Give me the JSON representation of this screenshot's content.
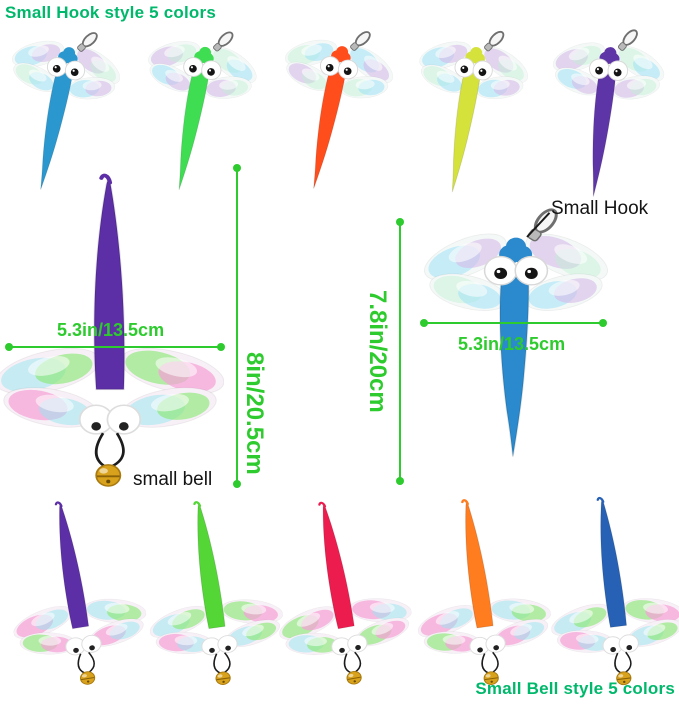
{
  "image": {
    "background": "#ffffff",
    "description": "Dragonfly cat toy product photo collage with two attachment styles and size annotations"
  },
  "titles": {
    "top": "Small Hook style 5 colors",
    "bottom": "Small Bell style 5 colors"
  },
  "annotations": {
    "hook_label": "Small Hook",
    "bell_label": "small bell"
  },
  "measurements": {
    "left_wingspan": "5.3in/13.5cm",
    "left_height": "8in/20.5cm",
    "right_height": "7.8in/20cm",
    "right_wingspan": "5.3in/13.5cm"
  },
  "colors": {
    "title_green": "#00b86b",
    "measure_green": "#2ecb2e",
    "label_black": "#141414",
    "bell_gold": "#d9a21c",
    "hook_metal": "#6f6f6f",
    "wing_pale_base": "#f4f9f8",
    "wing_vivid_base": "#f7f0f6"
  },
  "top_row": {
    "style": "small hook",
    "items": [
      {
        "name": "blue",
        "color": "#2b97cf"
      },
      {
        "name": "green",
        "color": "#3edd52"
      },
      {
        "name": "orange-red",
        "color": "#ff4d1c"
      },
      {
        "name": "chartreuse",
        "color": "#d5e23c"
      },
      {
        "name": "purple",
        "color": "#5e35a6"
      }
    ]
  },
  "featured": {
    "bell_dragonfly": {
      "name": "purple",
      "style": "small bell",
      "color": "#5c2fa6"
    },
    "hook_dragonfly": {
      "name": "blue",
      "style": "small hook",
      "color": "#2a8acd"
    }
  },
  "bottom_row": {
    "style": "small bell",
    "items": [
      {
        "name": "purple",
        "color": "#5c2fa6"
      },
      {
        "name": "green",
        "color": "#54d636"
      },
      {
        "name": "red",
        "color": "#ec1c4e"
      },
      {
        "name": "orange",
        "color": "#ff7c1f"
      },
      {
        "name": "blue",
        "color": "#2761b5"
      }
    ]
  }
}
